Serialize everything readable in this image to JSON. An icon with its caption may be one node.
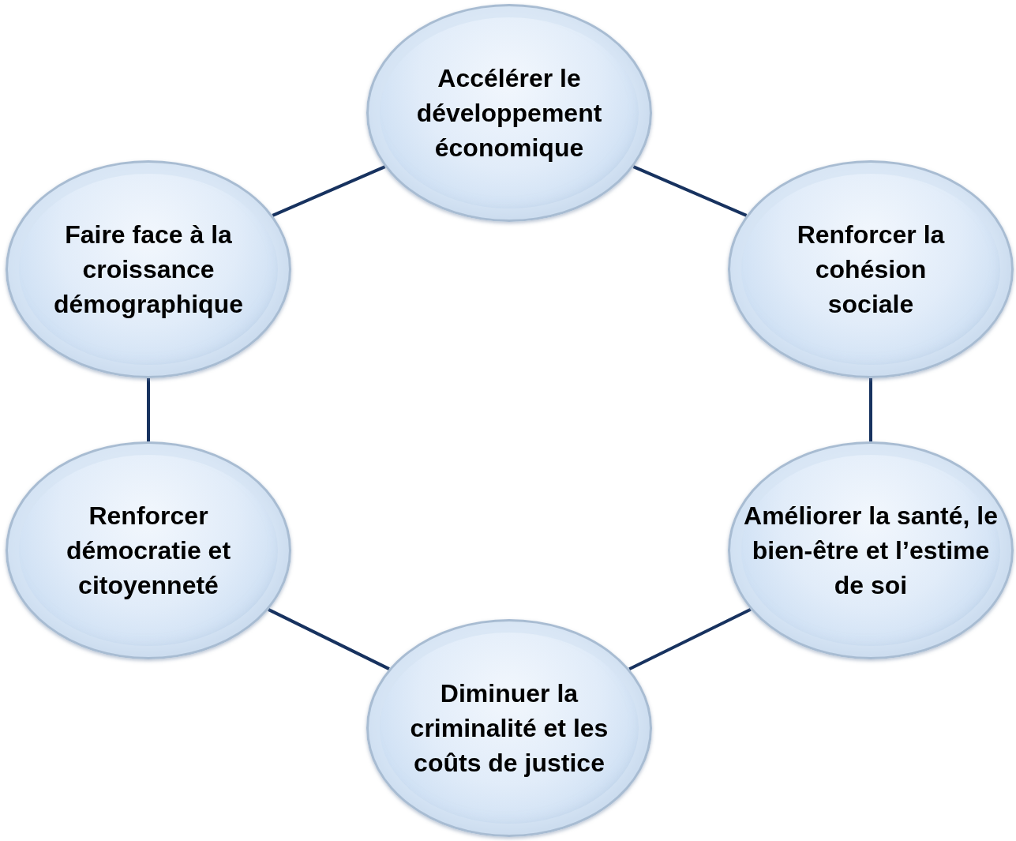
{
  "diagram": {
    "nodes": [
      {
        "text": [
          "Accélérer le développement économique"
        ]
      },
      {
        "text": [
          "Faire face à la croissance démographique"
        ]
      },
      {
        "text": [
          "Renforcer la cohésion sociale"
        ]
      },
      {
        "text": [
          "Renforcer démocratie et citoyenneté"
        ]
      },
      {
        "text": [
          "Améliorer la santé, le bien-être et l’estime de soi"
        ]
      },
      {
        "text": [
          "Diminuer la criminalité et les coûts de justice"
        ]
      }
    ],
    "edges": [
      {
        "from": 0,
        "to": 2,
        "arrow": "none"
      },
      {
        "from": 2,
        "to": 4,
        "arrow": "none"
      },
      {
        "from": 4,
        "to": 5,
        "arrow": "none"
      },
      {
        "from": 5,
        "to": 3,
        "arrow": "none"
      },
      {
        "from": 3,
        "to": 1,
        "arrow": "none"
      },
      {
        "from": 1,
        "to": 0,
        "arrow": "none"
      }
    ]
  }
}
